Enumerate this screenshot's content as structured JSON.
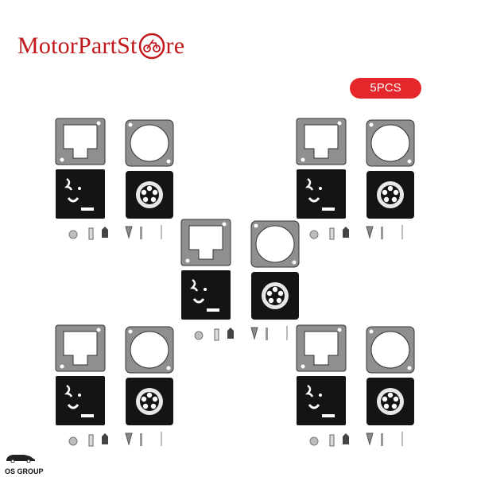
{
  "brand": {
    "name_prefix": "MotorPartSt",
    "name_suffix": "re",
    "color": "#c2181c"
  },
  "badge": {
    "label": "5PCS",
    "color": "#e5262a"
  },
  "footer": {
    "label": "OS GROUP"
  },
  "kits": [
    {
      "id": "kit-1"
    },
    {
      "id": "kit-2"
    },
    {
      "id": "kit-3"
    },
    {
      "id": "kit-4"
    },
    {
      "id": "kit-5"
    }
  ]
}
